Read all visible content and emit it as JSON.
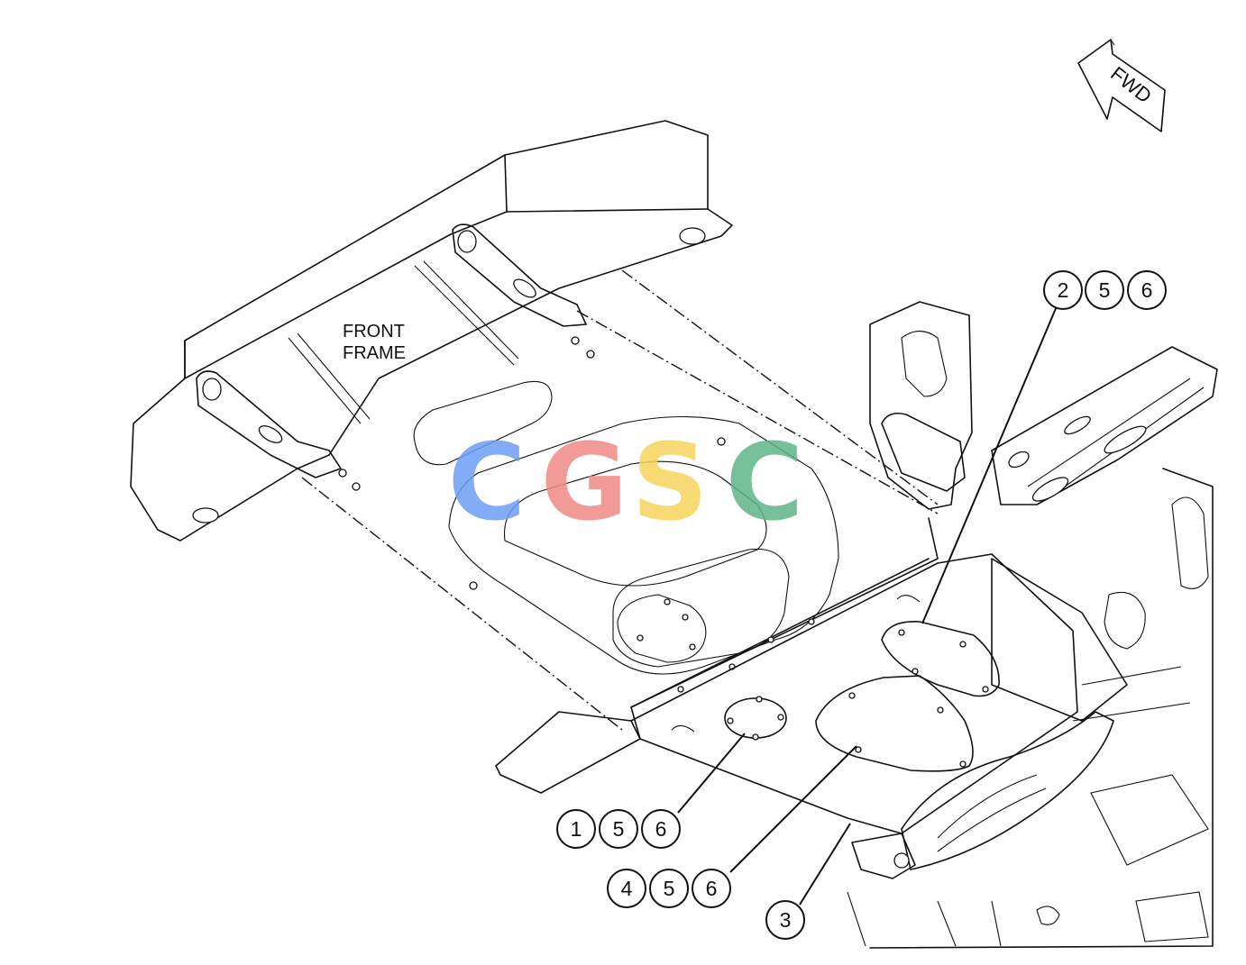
{
  "labels": {
    "front_frame_line1": "FRONT",
    "front_frame_line2": "FRAME",
    "fwd": "FWD"
  },
  "callouts": {
    "a": [
      "2",
      "5",
      "6"
    ],
    "b": [
      "1",
      "5",
      "6"
    ],
    "c": [
      "4",
      "5",
      "6"
    ],
    "d": [
      "3"
    ]
  },
  "watermark": {
    "letters": [
      "C",
      "G",
      "S",
      "C"
    ],
    "colors": [
      "#6e9ef5",
      "#f08a84",
      "#f6d45c",
      "#5db588"
    ]
  }
}
